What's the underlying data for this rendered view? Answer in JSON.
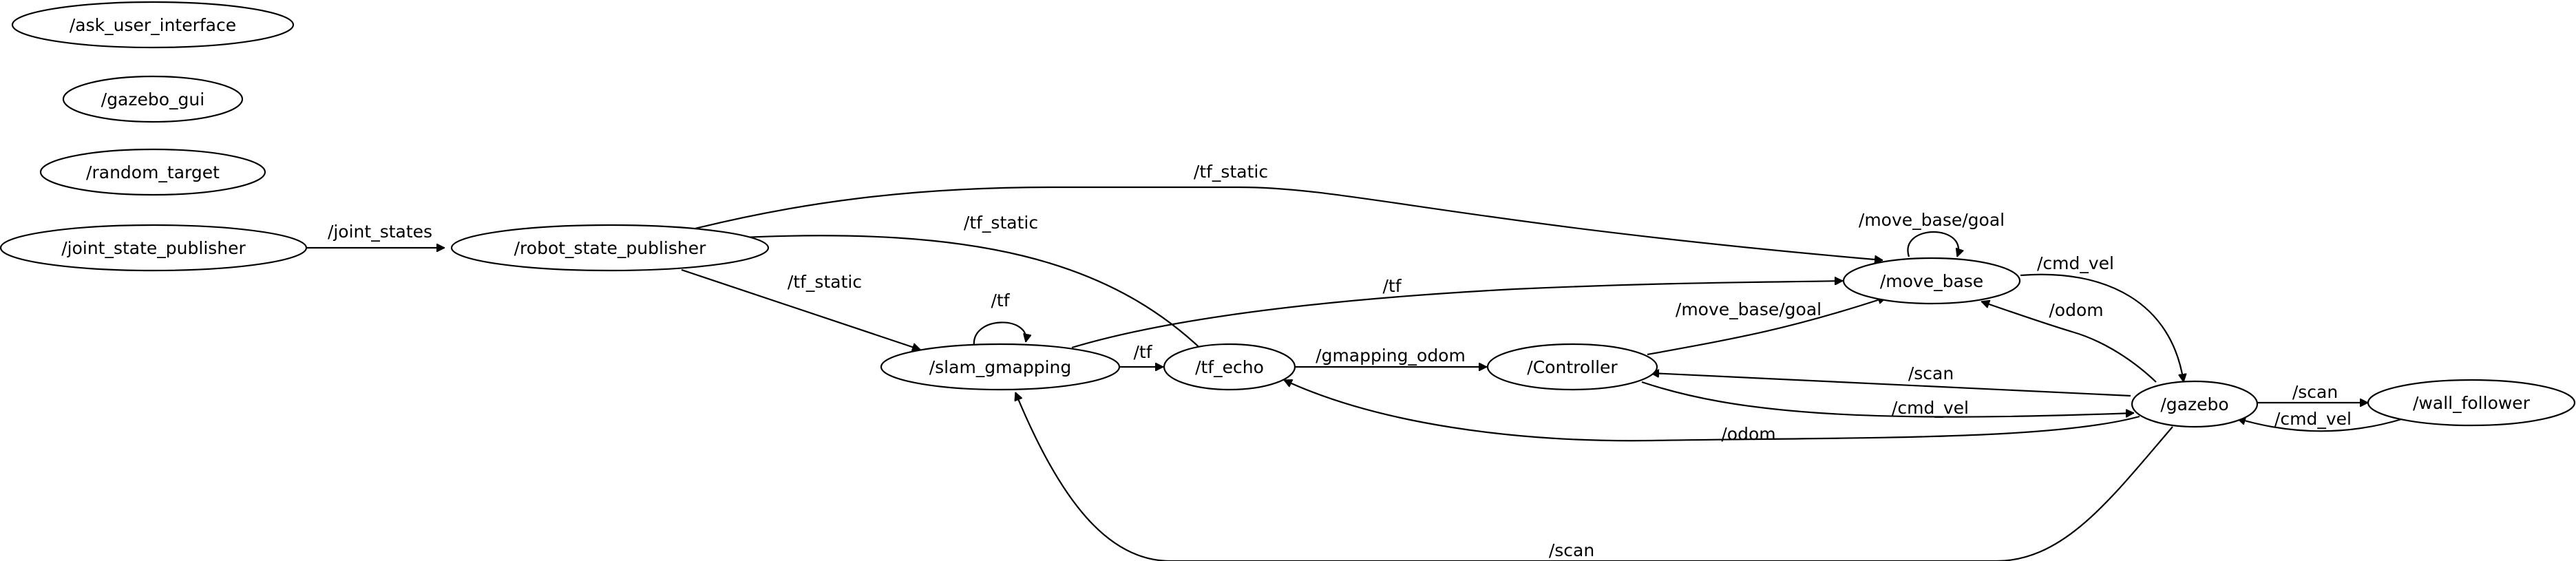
{
  "graph": {
    "nodes": {
      "ask_user_interface": "/ask_user_interface",
      "gazebo_gui": "/gazebo_gui",
      "random_target": "/random_target",
      "joint_state_publisher": "/joint_state_publisher",
      "robot_state_publisher": "/robot_state_publisher",
      "slam_gmapping": "/slam_gmapping",
      "tf_echo": "/tf_echo",
      "controller": "/Controller",
      "move_base": "/move_base",
      "gazebo": "/gazebo",
      "wall_follower": "/wall_follower"
    },
    "edges": {
      "jsp_rsp": "/joint_states",
      "rsp_movebase": "/tf_static",
      "rsp_tfecho": "/tf_static",
      "rsp_slam": "/tf_static",
      "slam_self": "/tf",
      "slam_tfecho": "/tf",
      "slam_movebase": "/tf",
      "movebase_self": "/move_base/goal",
      "movebase_gazebo": "/cmd_vel",
      "gazebo_movebase": "/odom",
      "controller_movebase": "/move_base/goal",
      "tfecho_controller": "/gmapping_odom",
      "gazebo_controller": "/scan",
      "controller_gazebo": "/cmd_vel",
      "gazebo_tfecho": "/odom",
      "gazebo_slam": "/scan",
      "gazebo_wall": "/scan",
      "wall_gazebo": "/cmd_vel"
    }
  }
}
